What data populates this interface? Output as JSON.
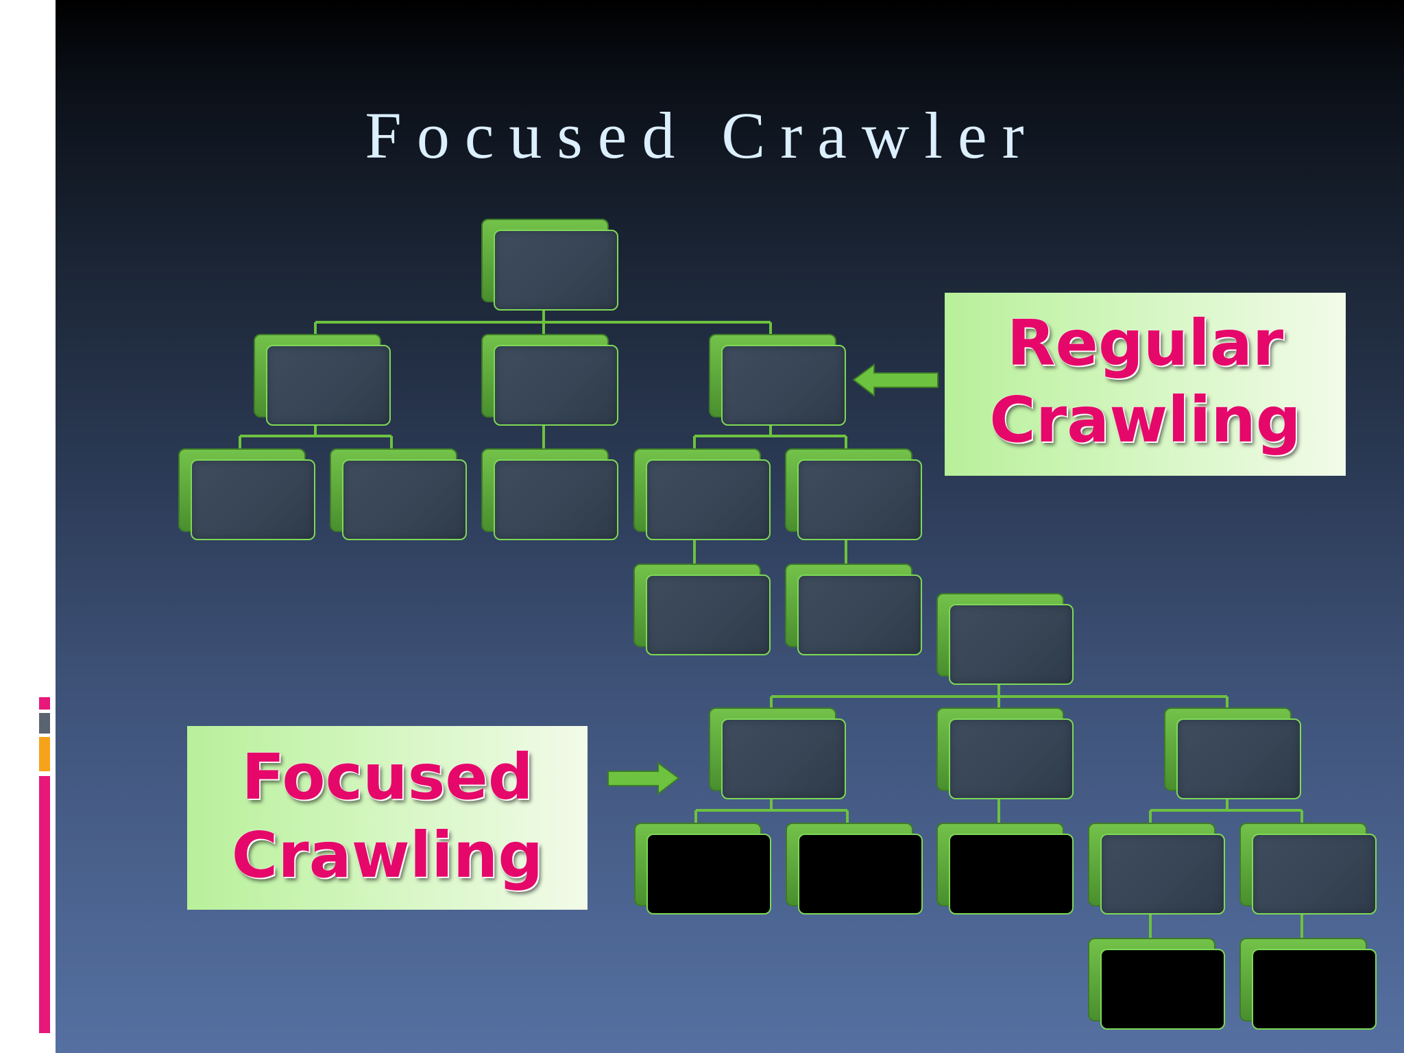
{
  "slide": {
    "title": "Focused Crawler",
    "colors": {
      "node_border": "#7ed957",
      "connector": "#6dc23f",
      "label_text": "#e5086a",
      "label_bg": "#c7f2ad",
      "arrow": "#6dc23f"
    }
  },
  "labels": {
    "regular": {
      "line1": "Regular",
      "line2": "Crawling"
    },
    "focused": {
      "line1": "Focused",
      "line2": "Crawling"
    }
  },
  "regular_tree": {
    "root": {
      "children": [
        {
          "children": [
            {},
            {}
          ]
        },
        {
          "children": [
            {}
          ]
        },
        {
          "marked": true,
          "children": [
            {
              "children": [
                {}
              ]
            },
            {
              "children": [
                {}
              ]
            }
          ]
        }
      ]
    }
  },
  "focused_tree": {
    "root": {
      "children": [
        {
          "marked": true,
          "children": [
            {
              "visited": false
            },
            {
              "visited": false
            }
          ]
        },
        {
          "children": [
            {
              "visited": false
            }
          ]
        },
        {
          "children": [
            {
              "children": [
                {
                  "visited": false
                }
              ]
            },
            {
              "children": [
                {
                  "visited": false
                }
              ]
            }
          ]
        }
      ]
    }
  },
  "icons": {
    "arrow_to_regular": "arrow-left-icon",
    "arrow_to_focused": "arrow-right-icon"
  }
}
